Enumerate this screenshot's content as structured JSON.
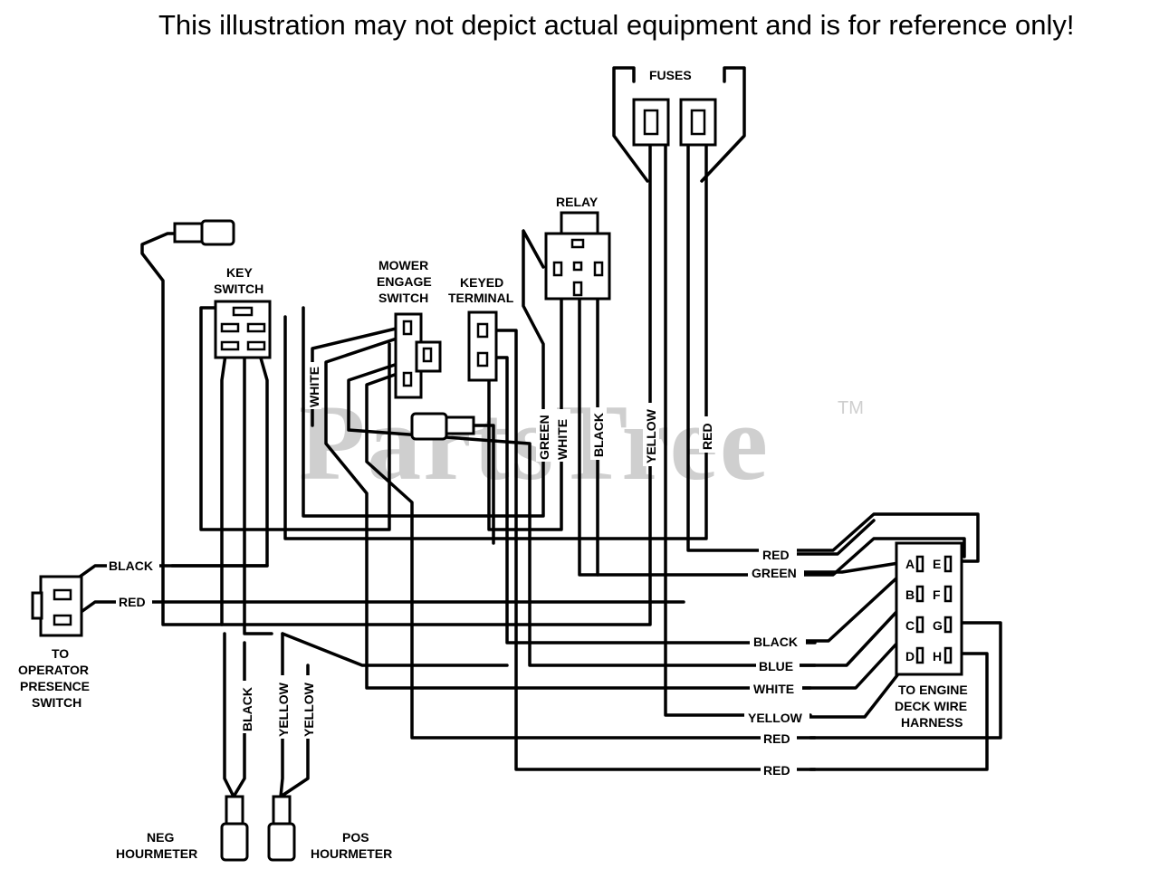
{
  "header": {
    "disclaimer": "This illustration may not depict actual equipment and is for reference only!"
  },
  "watermark": {
    "text": "PartsTree",
    "tm": "TM"
  },
  "components": {
    "fuses": "FUSES",
    "relay": "RELAY",
    "key_switch": [
      "KEY",
      "SWITCH"
    ],
    "mower_engage_switch": [
      "MOWER",
      "ENGAGE",
      "SWITCH"
    ],
    "keyed_terminal": [
      "KEYED",
      "TERMINAL"
    ],
    "operator_presence": [
      "TO",
      "OPERATOR",
      "PRESENCE",
      "SWITCH"
    ],
    "engine_harness": [
      "TO ENGINE",
      "DECK WIRE",
      "HARNESS"
    ],
    "neg_hourmeter": [
      "NEG",
      "HOURMETER"
    ],
    "pos_hourmeter": [
      "POS",
      "HOURMETER"
    ]
  },
  "vertical_wire_labels": {
    "white_key": "WHITE",
    "green": "GREEN",
    "white_relay": "WHITE",
    "black_relay": "BLACK",
    "yellow_fuse": "YELLOW",
    "red_fuse": "RED",
    "black_hour": "BLACK",
    "yellow_hour_1": "YELLOW",
    "yellow_hour_2": "YELLOW"
  },
  "operator_wire_labels": {
    "black": "BLACK",
    "red": "RED"
  },
  "harness_wire_labels": [
    "RED",
    "GREEN",
    "BLACK",
    "BLUE",
    "WHITE",
    "YELLOW",
    "RED",
    "RED"
  ],
  "harness_pins": {
    "left": [
      "A",
      "B",
      "C",
      "D"
    ],
    "right": [
      "E",
      "F",
      "G",
      "H"
    ]
  }
}
